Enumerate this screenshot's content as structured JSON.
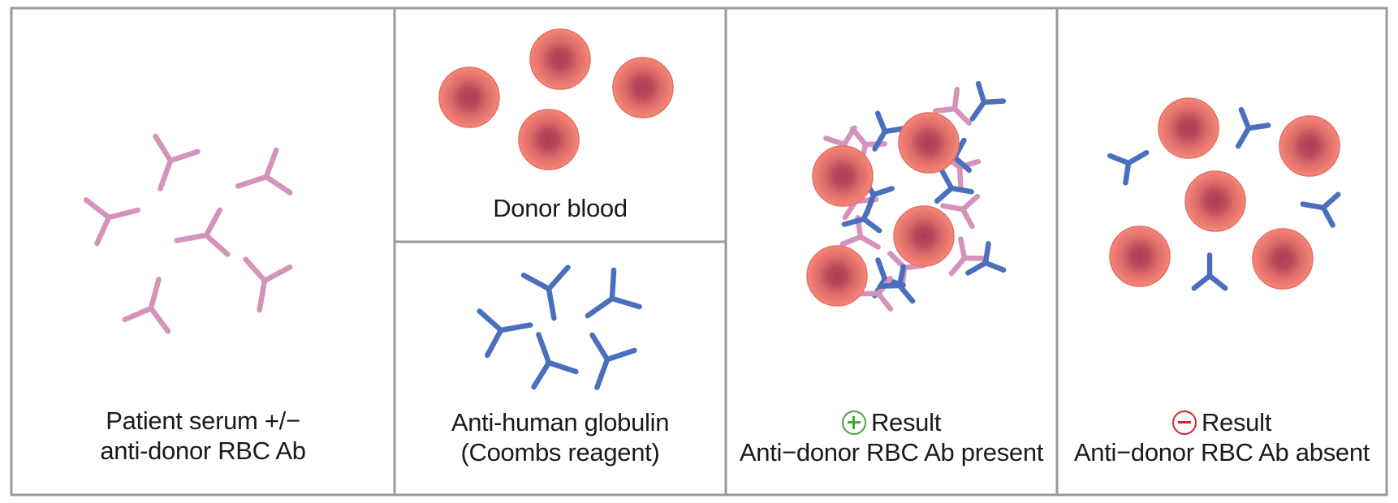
{
  "panels": {
    "serum": {
      "line1": "Patient serum +/−",
      "line2": "anti-donor RBC Ab"
    },
    "donor": {
      "label": "Donor blood"
    },
    "coombs": {
      "line1": "Anti-human globulin",
      "line2": "(Coombs reagent)"
    },
    "positive": {
      "result": "Result",
      "line2": "Anti−donor RBC Ab present"
    },
    "negative": {
      "result": "Result",
      "line2": "Anti−donor RBC Ab absent"
    }
  },
  "colors": {
    "border": "#9a9a9a",
    "patient_antibody": "#d592bb",
    "coombs_antibody": "#4a6fbd",
    "rbc_outer": "#ee7a70",
    "rbc_center": "#b8465a",
    "positive_sign": "#4aa23e",
    "negative_sign": "#d8222a"
  }
}
